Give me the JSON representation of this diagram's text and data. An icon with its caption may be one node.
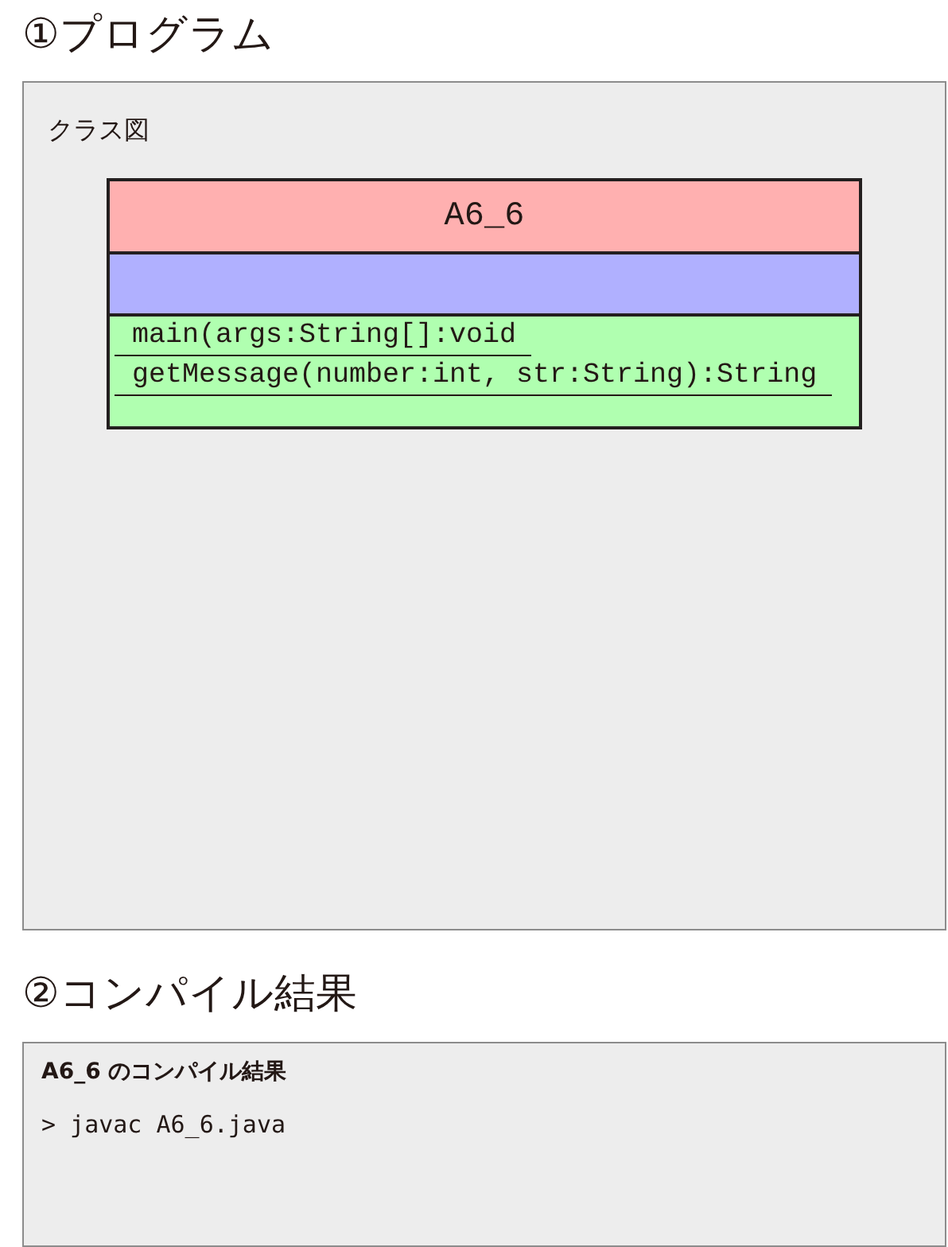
{
  "diagram": {
    "nodes": [
      {
        "text": [
          "①プログラム",
          "クラス図"
        ]
      },
      {
        "text": [
          "A6_6",
          "main(args:String[]:void",
          "getMessage(number:int, str:String):String"
        ],
        "in": 0
      },
      {
        "text": [
          "②コンパイル結果",
          "A6_6 のコンパイル結果",
          "> javac A6_6.java"
        ]
      }
    ]
  }
}
